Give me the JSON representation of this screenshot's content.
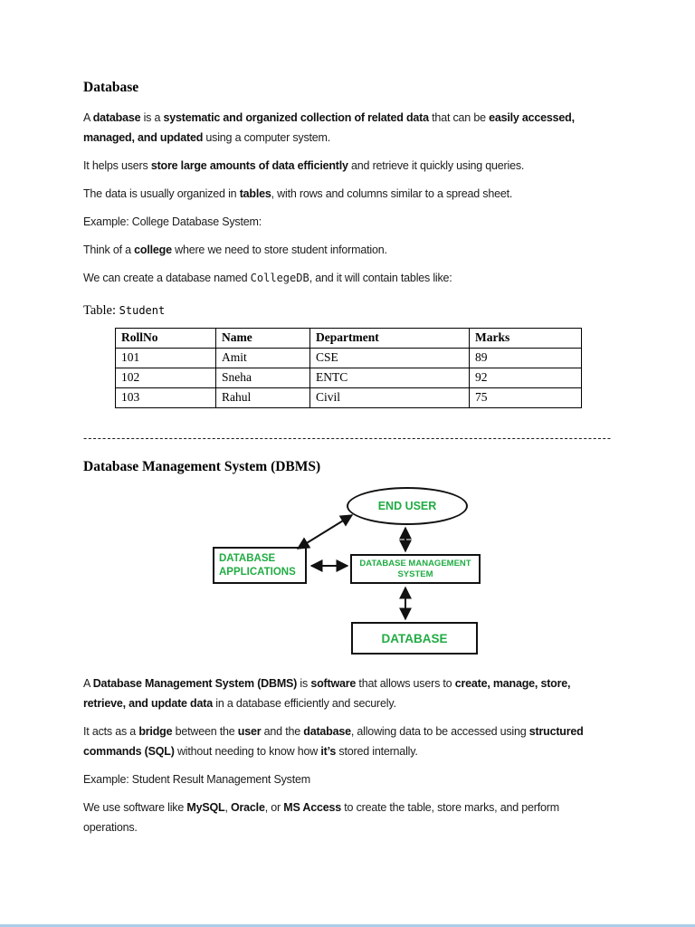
{
  "doc": {
    "title": "Database",
    "heading2": "Database Management System (DBMS)",
    "separator": "------------------------------------------------------------------------------------------------------------------------------------------------------",
    "paragraphs": {
      "p1": [
        {
          "t": "A "
        },
        {
          "t": "database",
          "b": 1
        },
        {
          "t": " is a "
        },
        {
          "t": "systematic and organized collection of related data",
          "b": 1
        },
        {
          "t": " that can be "
        },
        {
          "t": "easily accessed, managed, and updated",
          "b": 1
        },
        {
          "t": " using a computer system."
        }
      ],
      "p2": [
        {
          "t": "It helps users "
        },
        {
          "t": "store large amounts of data efficiently",
          "b": 1
        },
        {
          "t": " and retrieve it quickly using queries."
        }
      ],
      "p3": [
        {
          "t": "The data is usually organized in "
        },
        {
          "t": "tables",
          "b": 1
        },
        {
          "t": ", with rows and columns similar to a spread sheet."
        }
      ],
      "p4": [
        {
          "t": "Example: College Database System:"
        }
      ],
      "p5": [
        {
          "t": "Think of a "
        },
        {
          "t": "college",
          "b": 1
        },
        {
          "t": " where we need to store student information."
        }
      ],
      "p6": [
        {
          "t": "We can create a database named "
        },
        {
          "t": "CollegeDB",
          "m": 1
        },
        {
          "t": ", and it will contain tables like:"
        }
      ],
      "p7": [
        {
          "t": "A "
        },
        {
          "t": "Database Management System (DBMS)",
          "b": 1
        },
        {
          "t": " is "
        },
        {
          "t": "software",
          "b": 1
        },
        {
          "t": " that allows users to "
        },
        {
          "t": "create, manage, store, retrieve, and update data",
          "b": 1
        },
        {
          "t": " in a database efficiently and securely."
        }
      ],
      "p8": [
        {
          "t": "It acts as a "
        },
        {
          "t": "bridge",
          "b": 1
        },
        {
          "t": " between the "
        },
        {
          "t": "user",
          "b": 1
        },
        {
          "t": " and the "
        },
        {
          "t": "database",
          "b": 1
        },
        {
          "t": ", allowing data to be accessed using "
        },
        {
          "t": "structured commands (SQL)",
          "b": 1
        },
        {
          "t": " without needing to know how "
        },
        {
          "t": "it’s",
          "b": 1
        },
        {
          "t": " stored internally."
        }
      ],
      "p9": [
        {
          "t": "Example: Student Result Management System"
        }
      ],
      "p10": [
        {
          "t": "We use software like "
        },
        {
          "t": "MySQL",
          "b": 1
        },
        {
          "t": ", "
        },
        {
          "t": "Oracle",
          "b": 1
        },
        {
          "t": ", or "
        },
        {
          "t": "MS Access",
          "b": 1
        },
        {
          "t": " to create the table, store marks, and perform operations."
        }
      ]
    },
    "table_label": [
      {
        "t": "Table: "
      },
      {
        "t": "Student",
        "m": 1
      }
    ],
    "student_table": {
      "headers": [
        "RollNo",
        "Name",
        "Department",
        "Marks"
      ],
      "rows": [
        [
          "101",
          "Amit",
          "CSE",
          "89"
        ],
        [
          "102",
          "Sneha",
          "ENTC",
          "92"
        ],
        [
          "103",
          "Rahul",
          "Civil",
          "75"
        ]
      ]
    },
    "diagram": {
      "end_user": "END USER",
      "db_apps_line1": "DATABASE",
      "db_apps_line2": "APPLICATIONS",
      "dbms_line1": "DATABASE MANAGEMENT",
      "dbms_line2": "SYSTEM",
      "database": "DATABASE",
      "text_color": "#21ac44",
      "line_color": "#111111"
    },
    "bottom_bar_color": "#aacdea"
  }
}
